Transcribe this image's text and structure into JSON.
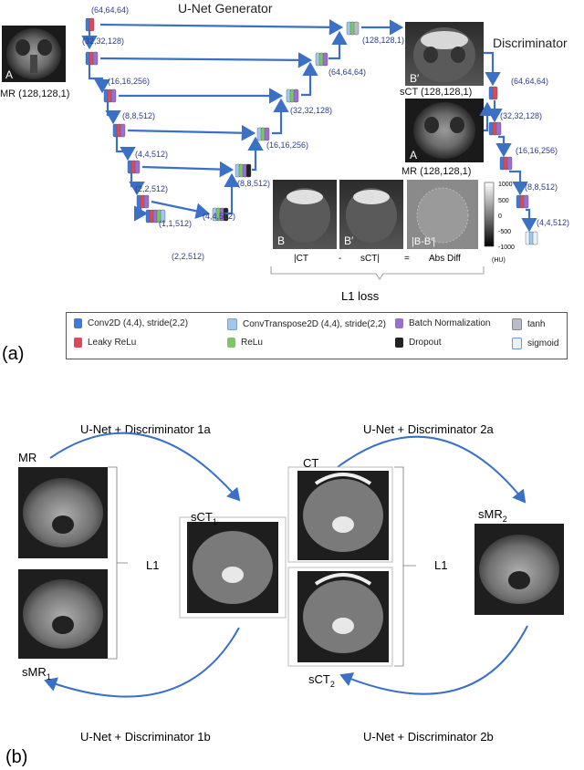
{
  "panel_a": {
    "title_generator": "U-Net Generator",
    "title_discriminator": "Discriminator",
    "label_A_mr": "A",
    "caption_mr": "MR (128,128,1)",
    "label_B_prime_sct": "B′",
    "caption_sct": "sCT (128,128,1)",
    "label_A_mr2": "A",
    "caption_mr2": "MR (128,128,1)",
    "encoder_dims": [
      "(64,64,64)",
      "(32,32,128)",
      "(16,16,256)",
      "(8,8,512)",
      "(4,4,512)",
      "(2,2,512)",
      "(1,1,512)"
    ],
    "decoder_dims": [
      "(2,2,512)",
      "(4,4,512)",
      "(8,8,512)",
      "(16,16,256)",
      "(32,32,128)",
      "(64,64,64)",
      "(128,128,1)"
    ],
    "disc_dims": [
      "(64,64,64)",
      "(32,32,128)",
      "(16,16,256)",
      "(8,8,512)",
      "(4,4,512)"
    ],
    "diff_labels": [
      "B",
      "B′",
      "|B-B′|"
    ],
    "diff_caption": [
      "|CT",
      "-",
      "sCT|",
      "=",
      "Abs Diff"
    ],
    "colorbar_ticks": [
      "1000",
      "500",
      "0",
      "-500",
      "-1000"
    ],
    "colorbar_unit": "(HU)",
    "l1_loss": "L1 loss",
    "panel_label": "(a)"
  },
  "legend": {
    "items": [
      {
        "label": "Conv2D (4,4), stride(2,2)",
        "color": "#3f7ad9"
      },
      {
        "label": "ConvTranspose2D (4,4), stride(2,2)",
        "color": "#9fc7f0"
      },
      {
        "label": "Batch Normalization",
        "color": "#9a6fd0"
      },
      {
        "label": "tanh",
        "color": "#b8bcc8"
      },
      {
        "label": "Leaky ReLu",
        "color": "#d94a5a"
      },
      {
        "label": "ReLu",
        "color": "#7cc66a"
      },
      {
        "label": "Dropout",
        "color": "#222222"
      },
      {
        "label": "sigmoid",
        "color": "#e8f2fb"
      }
    ]
  },
  "panel_b": {
    "top_left": "U-Net + Discriminator 1a",
    "top_right": "U-Net + Discriminator 2a",
    "bottom_left": "U-Net + Discriminator 1b",
    "bottom_right": "U-Net + Discriminator 2b",
    "mr": "MR",
    "smr1": "sMR",
    "smr1_sub": "1",
    "sct1": "sCT",
    "sct1_sub": "1",
    "ct": "CT",
    "sct2": "sCT",
    "sct2_sub": "2",
    "smr2": "sMR",
    "smr2_sub": "2",
    "l1_left": "L1",
    "l1_right": "L1",
    "panel_label": "(b)"
  }
}
